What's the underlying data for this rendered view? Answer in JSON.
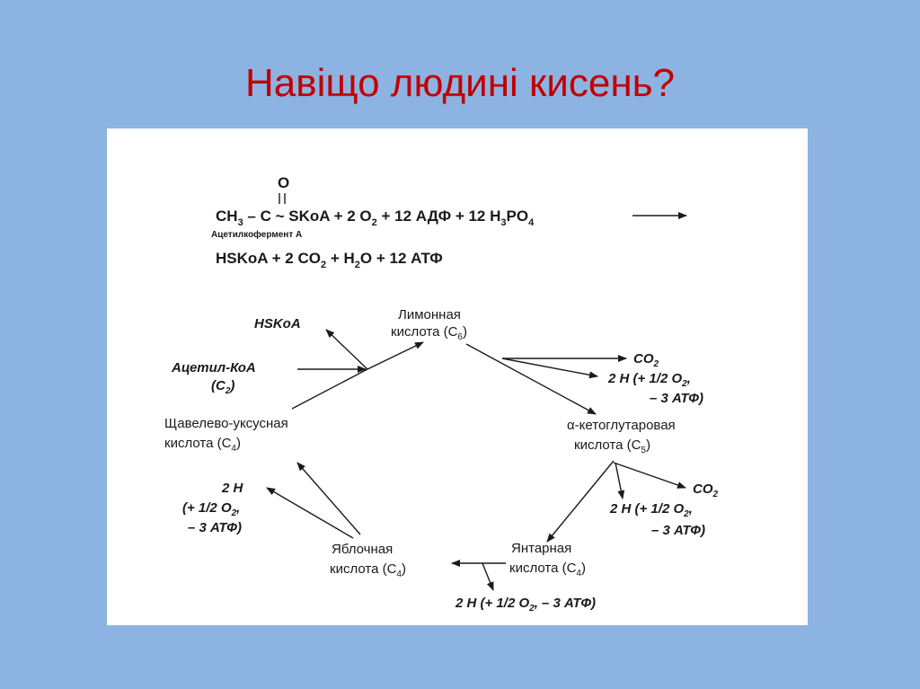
{
  "slide": {
    "title": "Навіщо людині кисень?"
  },
  "equation": {
    "oxygen_symbol": "O",
    "line1_parts": {
      "ch": "CH",
      "ch_sub": "3",
      "dash_c": " – C ~ SKoA + 2 O",
      "o2_sub": "2",
      "adp": " + 12 АДФ + 12 H",
      "h_sub": "3",
      "po": "PO",
      "po_sub": "4"
    },
    "caption": "Ацетилкофермент А",
    "line2_parts": {
      "a": "HSKoA + 2 CO",
      "a_sub": "2",
      "b": " + H",
      "b_sub": "2",
      "c": "O + 12 АТФ"
    }
  },
  "cycle": {
    "citric": {
      "line1": "Лимонная",
      "line2": "кислота (C",
      "sub": "6",
      "close": ")"
    },
    "hskoa": "HSKoA",
    "acetyl": {
      "line1": "Ацетил-КоА",
      "line2": "(C",
      "sub": "2",
      "close": ")"
    },
    "oxaloacetic": {
      "line1": "Щавелево-уксусная",
      "line2": "кислота (C",
      "sub": "4",
      "close": ")"
    },
    "co2_top": {
      "text": "CO",
      "sub": "2"
    },
    "h_top": {
      "line1": "2 H (+ 1/2 O",
      "sub": "2",
      "line1_end": ",",
      "line2": "– 3 АТФ)"
    },
    "ketoglutaric": {
      "line1": "α-кетоглутаровая",
      "line2": "кислота (C",
      "sub": "5",
      "close": ")"
    },
    "co2_right": {
      "text": "CO",
      "sub": "2"
    },
    "h_right": {
      "line1": "2 H (+ 1/2 O",
      "sub": "2",
      "line1_end": ",",
      "line2": "– 3 АТФ)"
    },
    "succinic": {
      "line1": "Янтарная",
      "line2": "кислота (C",
      "sub": "4",
      "close": ")"
    },
    "h_bottom": {
      "text": "2 H (+ 1/2 O",
      "sub": "2",
      "end": ", – 3 АТФ)"
    },
    "malic": {
      "line1": "Яблочная",
      "line2": "кислота (C",
      "sub": "4",
      "close": ")"
    },
    "h_left": {
      "line1": "2 H",
      "line2": "(+ 1/2 O",
      "sub": "2",
      "line2_end": ",",
      "line3": "– 3 АТФ)"
    }
  }
}
